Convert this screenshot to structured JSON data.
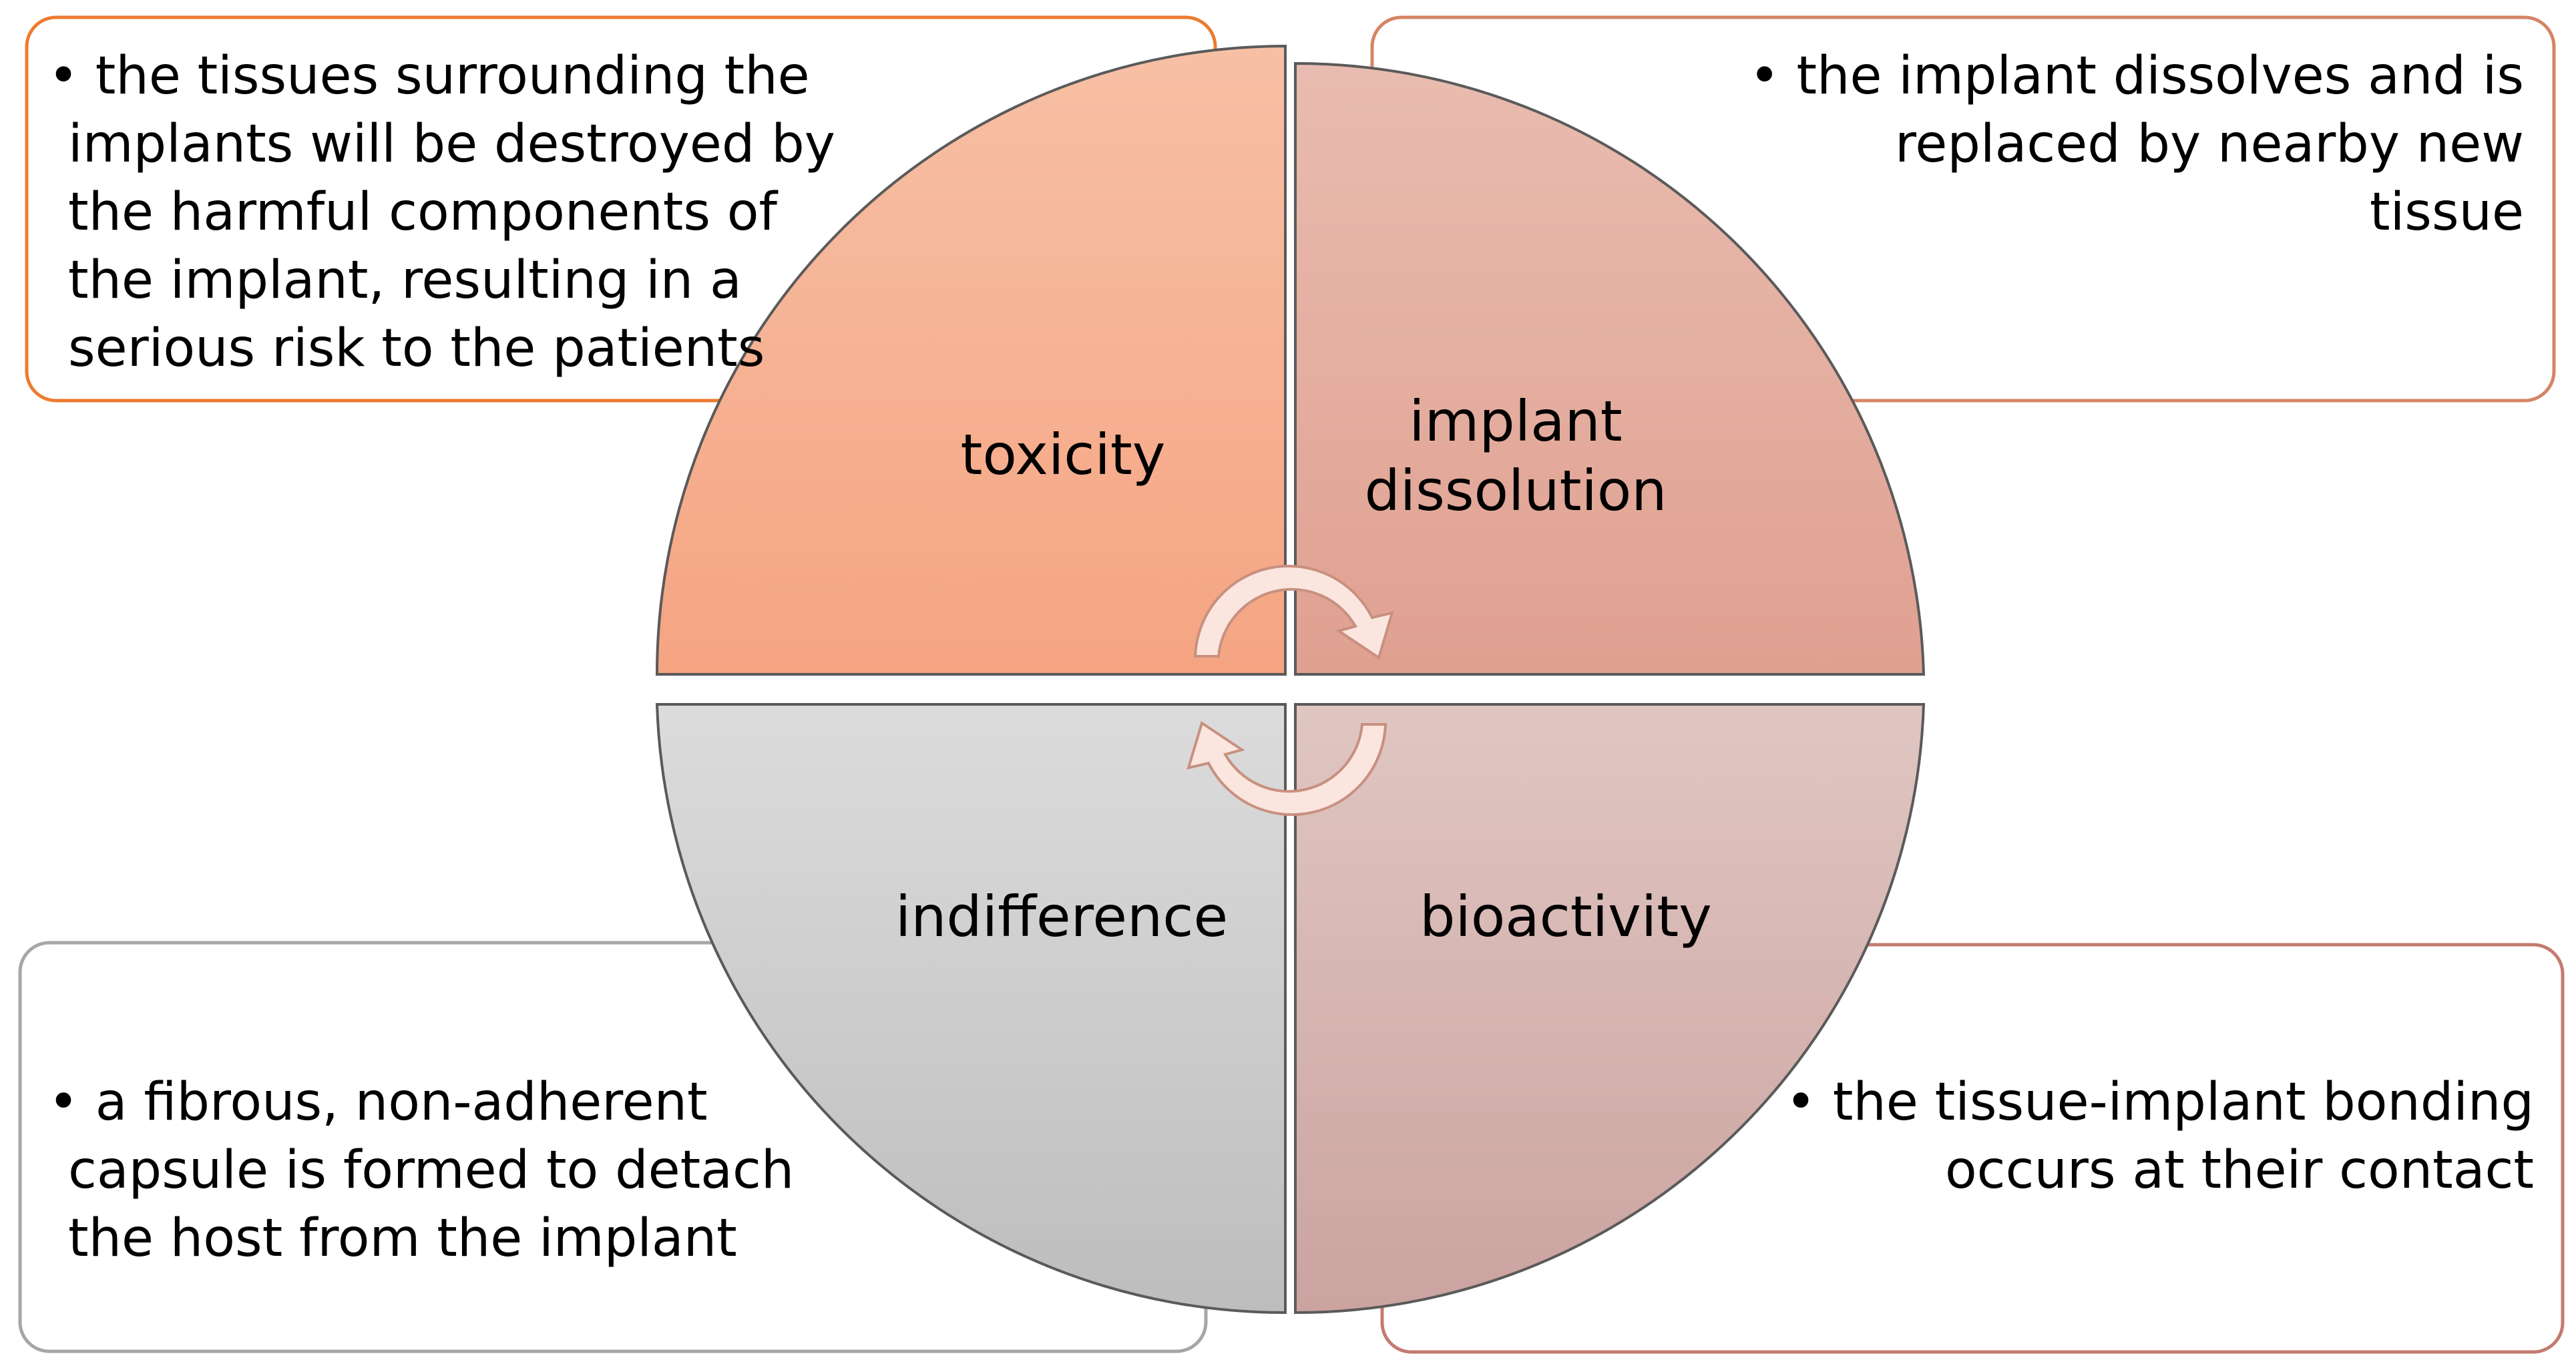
{
  "colors": {
    "toxicity_fill_top": "#f7c0a5",
    "toxicity_fill_bottom": "#f5a482",
    "dissolution_fill_top": "#e8bcb0",
    "dissolution_fill_bottom": "#e0a090",
    "indifference_fill_top": "#dcdcdc",
    "indifference_fill_bottom": "#bdbdbd",
    "bioactivity_fill_top": "#e0c6c2",
    "bioactivity_fill_bottom": "#cba3a0",
    "toxicity_border": "#ec7c30",
    "dissolution_border": "#d58565",
    "indifference_border": "#a6a6a6",
    "bioactivity_border": "#c47b70",
    "arrow_fill": "#fbe6df",
    "arrow_stroke": "#c89080"
  },
  "quadrants": {
    "toxicity": {
      "label": [
        "toxicity"
      ],
      "description": [
        "• the tissues surrounding the",
        "implants will be destroyed by",
        "the harmful components of",
        "the implant, resulting in a",
        "serious risk to the patients"
      ]
    },
    "dissolution": {
      "label": [
        "implant",
        "dissolution"
      ],
      "description": [
        "• the implant dissolves and is",
        "replaced by nearby new",
        "tissue"
      ]
    },
    "indifference": {
      "label": [
        "indifference"
      ],
      "description": [
        "•  a fibrous, non-adherent",
        "capsule is formed to detach",
        "the host from the implant"
      ]
    },
    "bioactivity": {
      "label": [
        "bioactivity"
      ],
      "description": [
        "• the tissue-implant bonding",
        "occurs at their contact"
      ]
    }
  }
}
